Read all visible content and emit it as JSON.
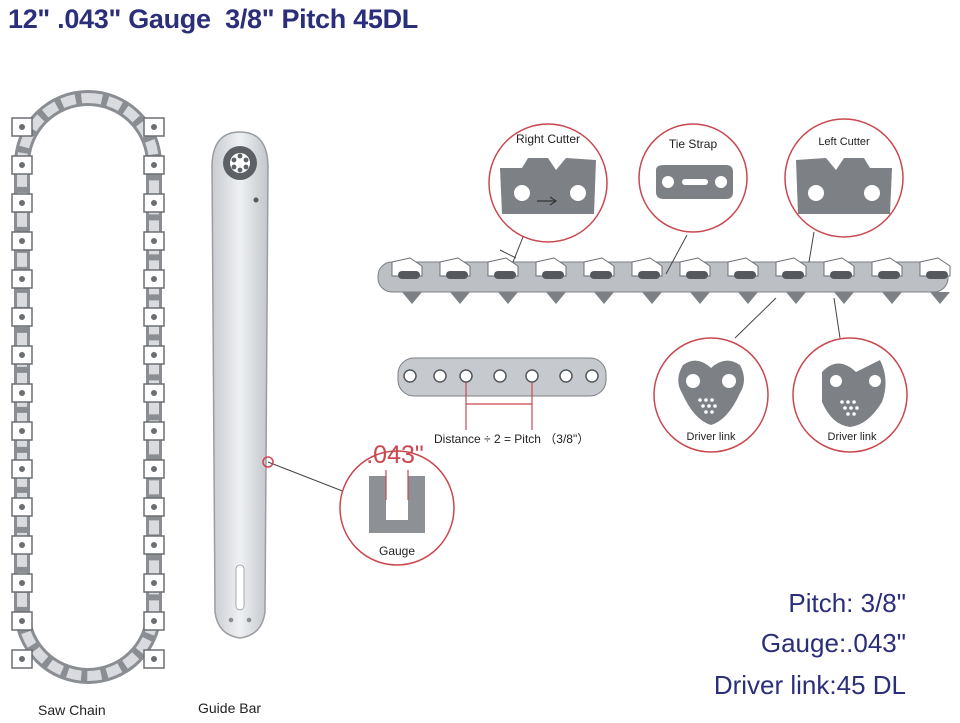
{
  "header": {
    "title": "12\" .043\" Gauge  3/8\" Pitch 45DL"
  },
  "labels": {
    "saw_chain": "Saw Chain",
    "guide_bar": "Guide Bar",
    "right_cutter": "Right Cutter",
    "tie_strap": "Tie Strap",
    "left_cutter": "Left Cutter",
    "driver_link_1": "Driver link",
    "driver_link_2": "Driver link",
    "gauge_value": ".043\"",
    "gauge": "Gauge",
    "pitch_formula": "Distance ÷ 2 = Pitch （3/8\"）"
  },
  "specs": {
    "pitch": "Pitch: 3/8\"",
    "gauge": "Gauge:.043\"",
    "driver_link": "Driver link:45 DL"
  },
  "colors": {
    "title": "#2b2f7a",
    "metal_dark": "#6b6e72",
    "metal_light": "#d5d7da",
    "callout_red": "#c9484f"
  }
}
